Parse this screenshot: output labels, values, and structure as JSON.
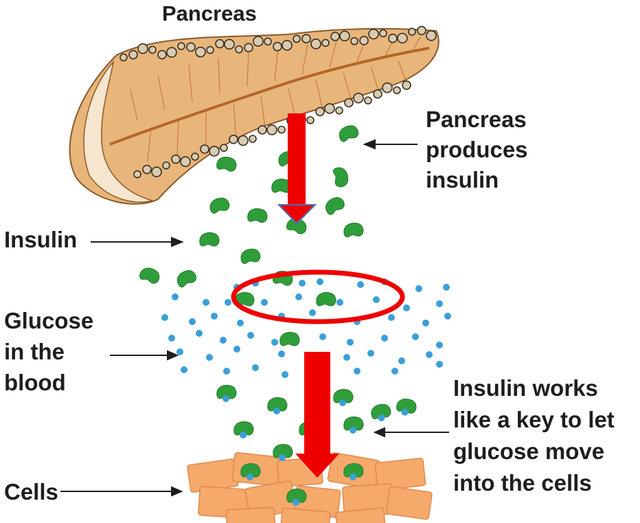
{
  "labels": {
    "pancreas_title": "Pancreas",
    "pancreas_produces": [
      "Pancreas",
      "produces",
      "insulin"
    ],
    "insulin": "Insulin",
    "glucose_in_blood": [
      "Glucose",
      "in the",
      "blood"
    ],
    "insulin_key": [
      "Insulin works",
      "like a key to let",
      "glucose move",
      "into the cells"
    ],
    "cells": "Cells"
  },
  "colors": {
    "pancreas_fill": "#e8b57a",
    "pancreas_duct": "#b5652a",
    "insulin": "#2f9e3a",
    "glucose": "#3a9fd8",
    "cells_fill": "#f5a96b",
    "highlight_red": "#ee0000",
    "text": "#1e1e1e"
  }
}
